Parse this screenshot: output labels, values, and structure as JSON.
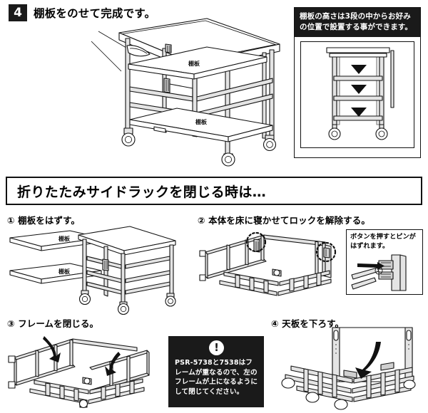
{
  "step4": {
    "number": "4",
    "title": "棚板をのせて完成です。",
    "shelf_label": "棚板"
  },
  "info_panel": {
    "banner_text": "棚板の高さは3段の中からお好みの位置で設置する事ができます。",
    "arrow_count": 3,
    "arrow_icon": "triangle-down-icon"
  },
  "section": {
    "title": "折りたたみサイドラックを閉じる時は…"
  },
  "substeps": [
    {
      "number": "①",
      "label": "① 棚板をはずす。",
      "shelf_label": "棚板"
    },
    {
      "number": "②",
      "label": "② 本体を床に寝かせてロックを解除する。"
    },
    {
      "number": "③",
      "label": "③ フレームを閉じる。"
    },
    {
      "number": "④",
      "label": "④ 天板を下ろす。"
    }
  ],
  "pin_callout": {
    "text": "ボタンを押すとピンがはずれます。"
  },
  "warning": {
    "icon": "exclamation-icon",
    "icon_glyph": "!",
    "text": "PSR-5738と7538はフレームが重なるので、左のフレームが上になるようにして閉じてください。",
    "model_numbers": [
      "PSR-5738",
      "7538"
    ]
  },
  "colors": {
    "ink": "#111111",
    "panel_dark": "#1a1a1a",
    "paper": "#ffffff",
    "metal_shade": "#e4e4e4"
  }
}
